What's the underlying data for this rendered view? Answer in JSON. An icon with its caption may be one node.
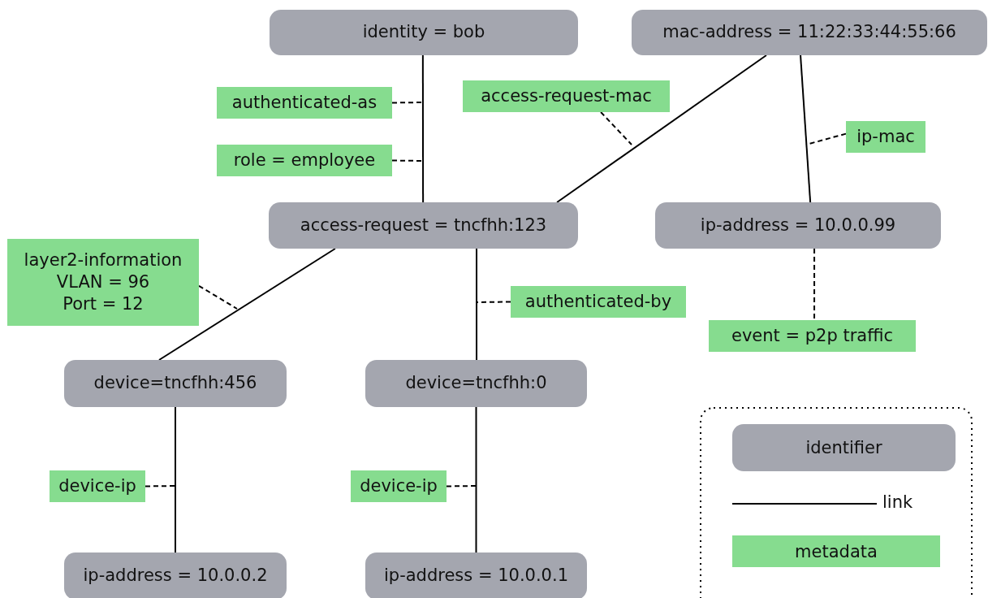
{
  "diagram": {
    "nodes": [
      {
        "text": [
          "identity = bob"
        ]
      },
      {
        "text": [
          "mac-address = 11:22:33:44:55:66"
        ]
      },
      {
        "text": [
          "authenticated-as"
        ]
      },
      {
        "text": [
          "access-request-mac"
        ]
      },
      {
        "text": [
          "ip-mac"
        ]
      },
      {
        "text": [
          "role = employee"
        ]
      },
      {
        "text": [
          "access-request = tncfhh:123"
        ]
      },
      {
        "text": [
          "ip-address = 10.0.0.99"
        ]
      },
      {
        "text": [
          "layer2-information",
          "VLAN = 96",
          "Port = 12"
        ]
      },
      {
        "text": [
          "authenticated-by"
        ]
      },
      {
        "text": [
          "event = p2p traffic"
        ]
      },
      {
        "text": [
          "device=tncfhh:456"
        ]
      },
      {
        "text": [
          "device=tncfhh:0"
        ]
      },
      {
        "text": [
          "device-ip"
        ]
      },
      {
        "text": [
          "device-ip"
        ]
      },
      {
        "text": [
          "ip-address = 10.0.0.2"
        ]
      },
      {
        "text": [
          "ip-address = 10.0.0.1"
        ]
      }
    ],
    "edges": [
      {
        "from": 0,
        "to": 6,
        "arrow": "none"
      },
      {
        "from": 1,
        "to": 6,
        "arrow": "none"
      },
      {
        "from": 1,
        "to": 7,
        "arrow": "none"
      },
      {
        "from": 6,
        "to": 11,
        "arrow": "none"
      },
      {
        "from": 6,
        "to": 12,
        "arrow": "none"
      },
      {
        "from": 11,
        "to": 15,
        "arrow": "none"
      },
      {
        "from": 12,
        "to": 16,
        "arrow": "none"
      },
      {
        "from": 2,
        "to": null,
        "arrow": "none",
        "style": "dashed"
      },
      {
        "from": 5,
        "to": null,
        "arrow": "none",
        "style": "dashed"
      },
      {
        "from": 3,
        "to": null,
        "arrow": "none",
        "style": "dashed"
      },
      {
        "from": 4,
        "to": null,
        "arrow": "none",
        "style": "dashed"
      },
      {
        "from": 8,
        "to": null,
        "arrow": "none",
        "style": "dashed"
      },
      {
        "from": 9,
        "to": null,
        "arrow": "none",
        "style": "dashed"
      },
      {
        "from": 7,
        "to": 10,
        "arrow": "none",
        "style": "dashed"
      },
      {
        "from": 13,
        "to": null,
        "arrow": "none",
        "style": "dashed"
      },
      {
        "from": 14,
        "to": null,
        "arrow": "none",
        "style": "dashed"
      }
    ],
    "legend": [
      {
        "text": "identifier",
        "color": "#a4a6af"
      },
      {
        "text": "link"
      },
      {
        "text": "metadata",
        "color": "#86dc8f"
      }
    ]
  }
}
